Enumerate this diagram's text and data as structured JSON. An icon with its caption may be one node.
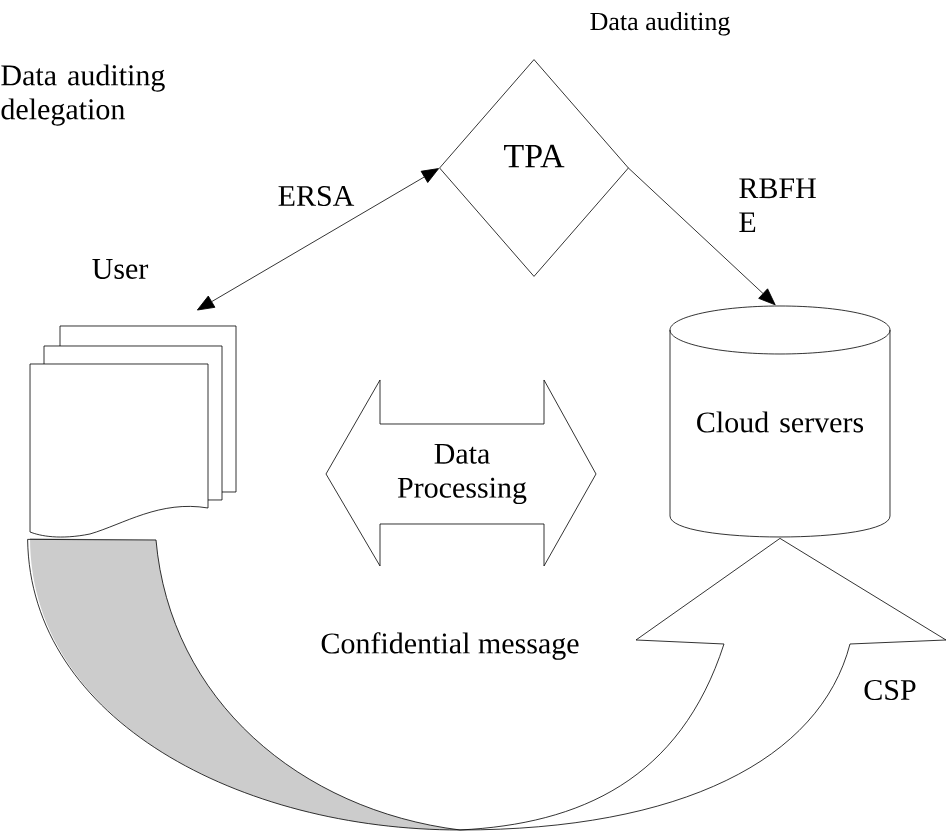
{
  "diagram": {
    "nodes": [
      {
        "text": [
          "User"
        ]
      },
      {
        "text": [
          "TPA"
        ],
        "beside": [
          "Data auditing"
        ]
      },
      {
        "text": [
          "Cloud servers"
        ]
      },
      {
        "text": [
          "Data Processing"
        ]
      }
    ],
    "edges": [
      {
        "from": 0,
        "to": 1,
        "arrow": "both",
        "label": "ERSA"
      },
      {
        "from": 1,
        "to": 2,
        "arrow": "to",
        "label": "RBFH E"
      },
      {
        "from": 0,
        "to": 2,
        "arrow": "to"
      }
    ],
    "labels": [
      "Data auditing delegation",
      "Confidential message",
      "CSP"
    ]
  }
}
